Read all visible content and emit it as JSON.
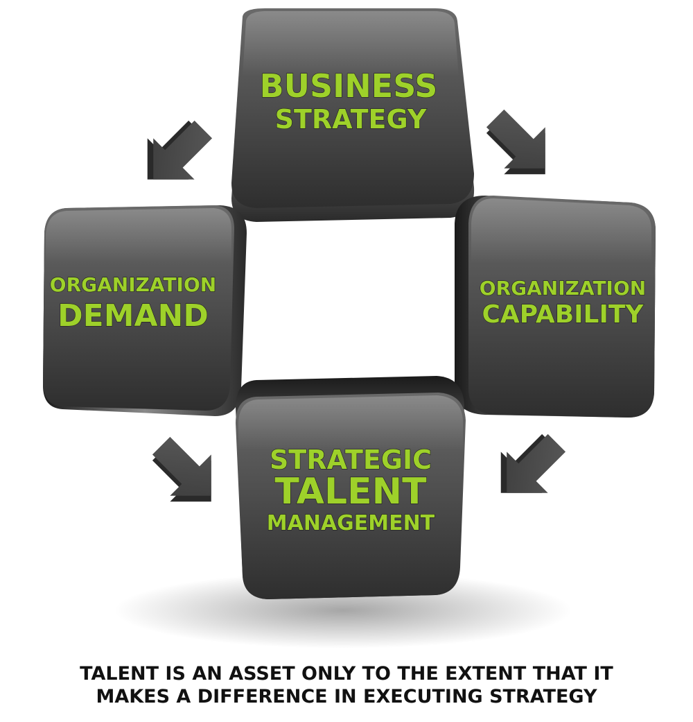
{
  "colors": {
    "label_green": "#9ed12a",
    "block_gray": "#4a4a4a",
    "arrow_gray": "#4b4b4b",
    "caption_text": "#111111"
  },
  "blocks": {
    "business_strategy": {
      "line1": "BUSINESS",
      "line2": "STRATEGY"
    },
    "organization_demand": {
      "line1": "ORGANIZATION",
      "line2": "DEMAND"
    },
    "organization_capability": {
      "line1": "ORGANIZATION",
      "line2": "CAPABILITY"
    },
    "strategic_talent_management": {
      "line1": "STRATEGIC",
      "line2": "TALENT",
      "line3": "MANAGEMENT"
    }
  },
  "caption": {
    "line1": "TALENT IS AN ASSET ONLY TO THE EXTENT THAT IT",
    "line2": "MAKES A DIFFERENCE IN EXECUTING STRATEGY"
  }
}
